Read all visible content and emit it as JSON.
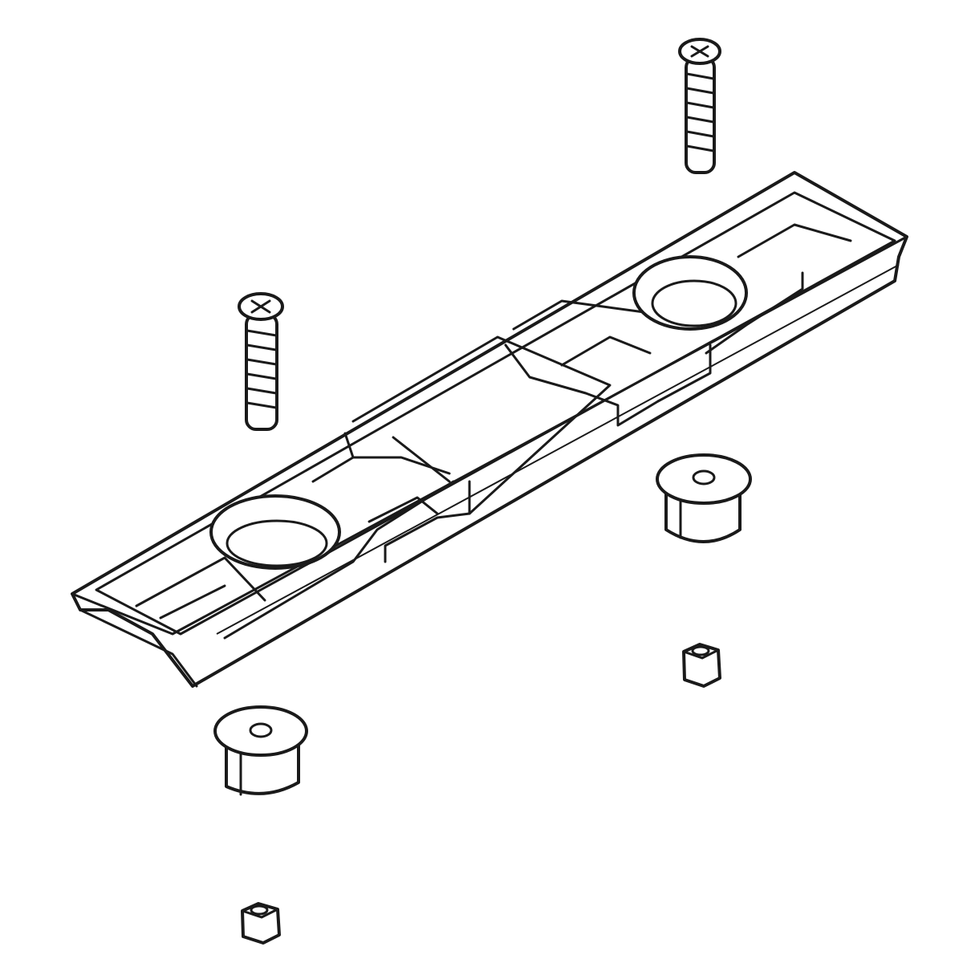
{
  "colors": {
    "stroke": "#1a1a1a",
    "background": "#ffffff"
  },
  "parts": [
    {
      "icon": "mounting-base-plate-icon"
    },
    {
      "icon": "phillips-screw-icon",
      "count": 2
    },
    {
      "icon": "bushing-icon",
      "count": 2
    },
    {
      "icon": "hex-nut-icon",
      "count": 2
    }
  ]
}
